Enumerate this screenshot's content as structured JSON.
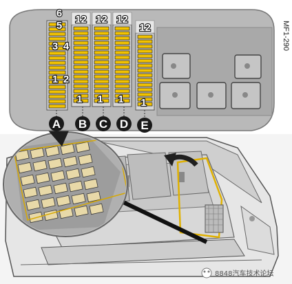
{
  "figure_code": "MF1-290",
  "watermark": "8848汽车技术论坛",
  "fuse_groups": [
    {
      "letter": "A",
      "top_labels": [
        "6",
        "5",
        "3",
        "4",
        "1",
        "2"
      ]
    },
    {
      "letter": "B",
      "top_label": "12",
      "bottom_label": "1"
    },
    {
      "letter": "C",
      "top_label": "12",
      "bottom_label": "1"
    },
    {
      "letter": "D",
      "top_label": "12",
      "bottom_label": "1"
    },
    {
      "letter": "E",
      "top_label": "12",
      "bottom_label": "1"
    }
  ],
  "colors": {
    "panel_grey": "#b9b9b9",
    "fuse_yellow": "#f2c200",
    "fuse_dark": "#2b2b2b",
    "label_badge": "#1a1a1a",
    "arrow_dark": "#1f1f1f"
  }
}
